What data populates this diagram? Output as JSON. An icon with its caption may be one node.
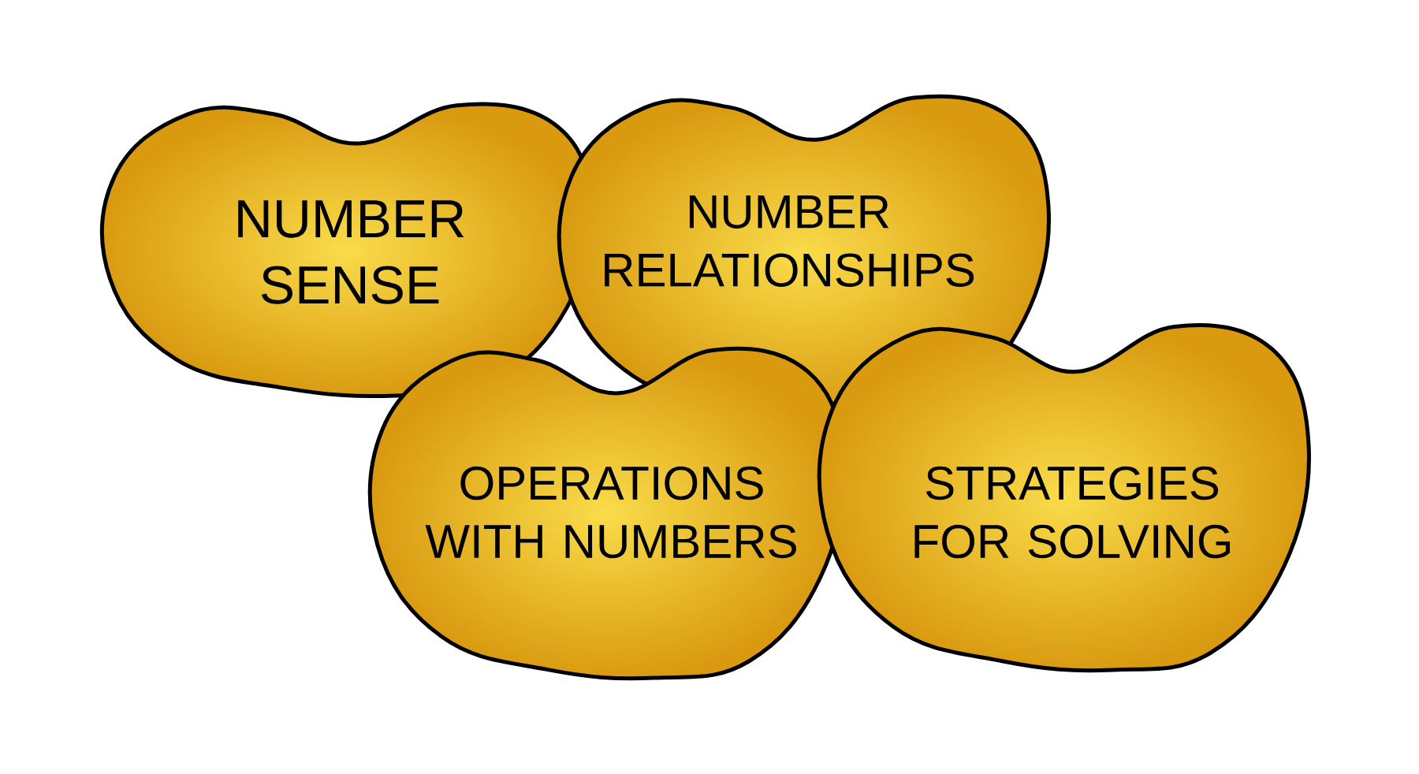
{
  "diagram": {
    "nodes": [
      {
        "text": [
          "NUMBER SENSE"
        ]
      },
      {
        "text": [
          "NUMBER RELATIONSHIPS"
        ]
      },
      {
        "text": [
          "OPERATIONS WITH NUMBERS"
        ]
      },
      {
        "text": [
          "STRATEGIES FOR SOLVING"
        ]
      }
    ]
  }
}
